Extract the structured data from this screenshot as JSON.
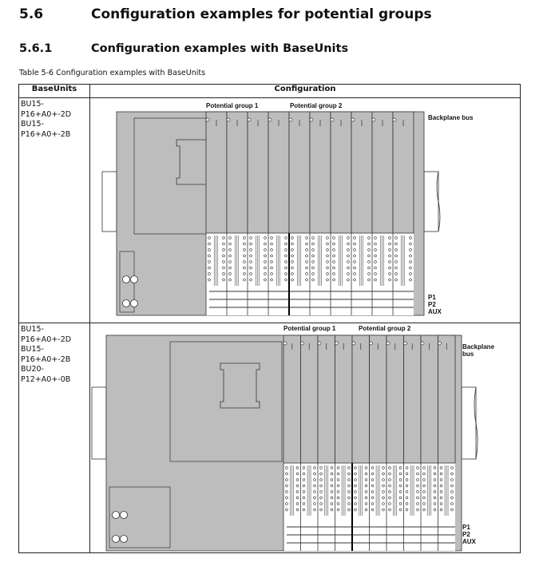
{
  "section": {
    "number": "5.6",
    "title": "Configuration examples for potential groups"
  },
  "subsection": {
    "number": "5.6.1",
    "title": "Configuration examples with BaseUnits"
  },
  "table": {
    "caption": "Table 5-6  Configuration examples with BaseUnits",
    "headers": [
      "BaseUnits",
      "Configuration"
    ],
    "rows": [
      {
        "baseunits": [
          "BU15-P16+A0+-2D",
          "BU15-P16+A0+-2B"
        ],
        "group1": "Potential group 1",
        "group2": "Potential group 2",
        "backplane": "Backplane bus",
        "p1": "P1",
        "p2": "P2",
        "aux": "AUX"
      },
      {
        "baseunits": [
          "BU15-P16+A0+-2D",
          "BU15-P16+A0+-2B",
          "BU20-P12+A0+-0B"
        ],
        "group1": "Potential group 1",
        "group2": "Potential group 2",
        "backplane": "Backplane bus",
        "p1": "P1",
        "p2": "P2",
        "aux": "AUX"
      }
    ]
  }
}
